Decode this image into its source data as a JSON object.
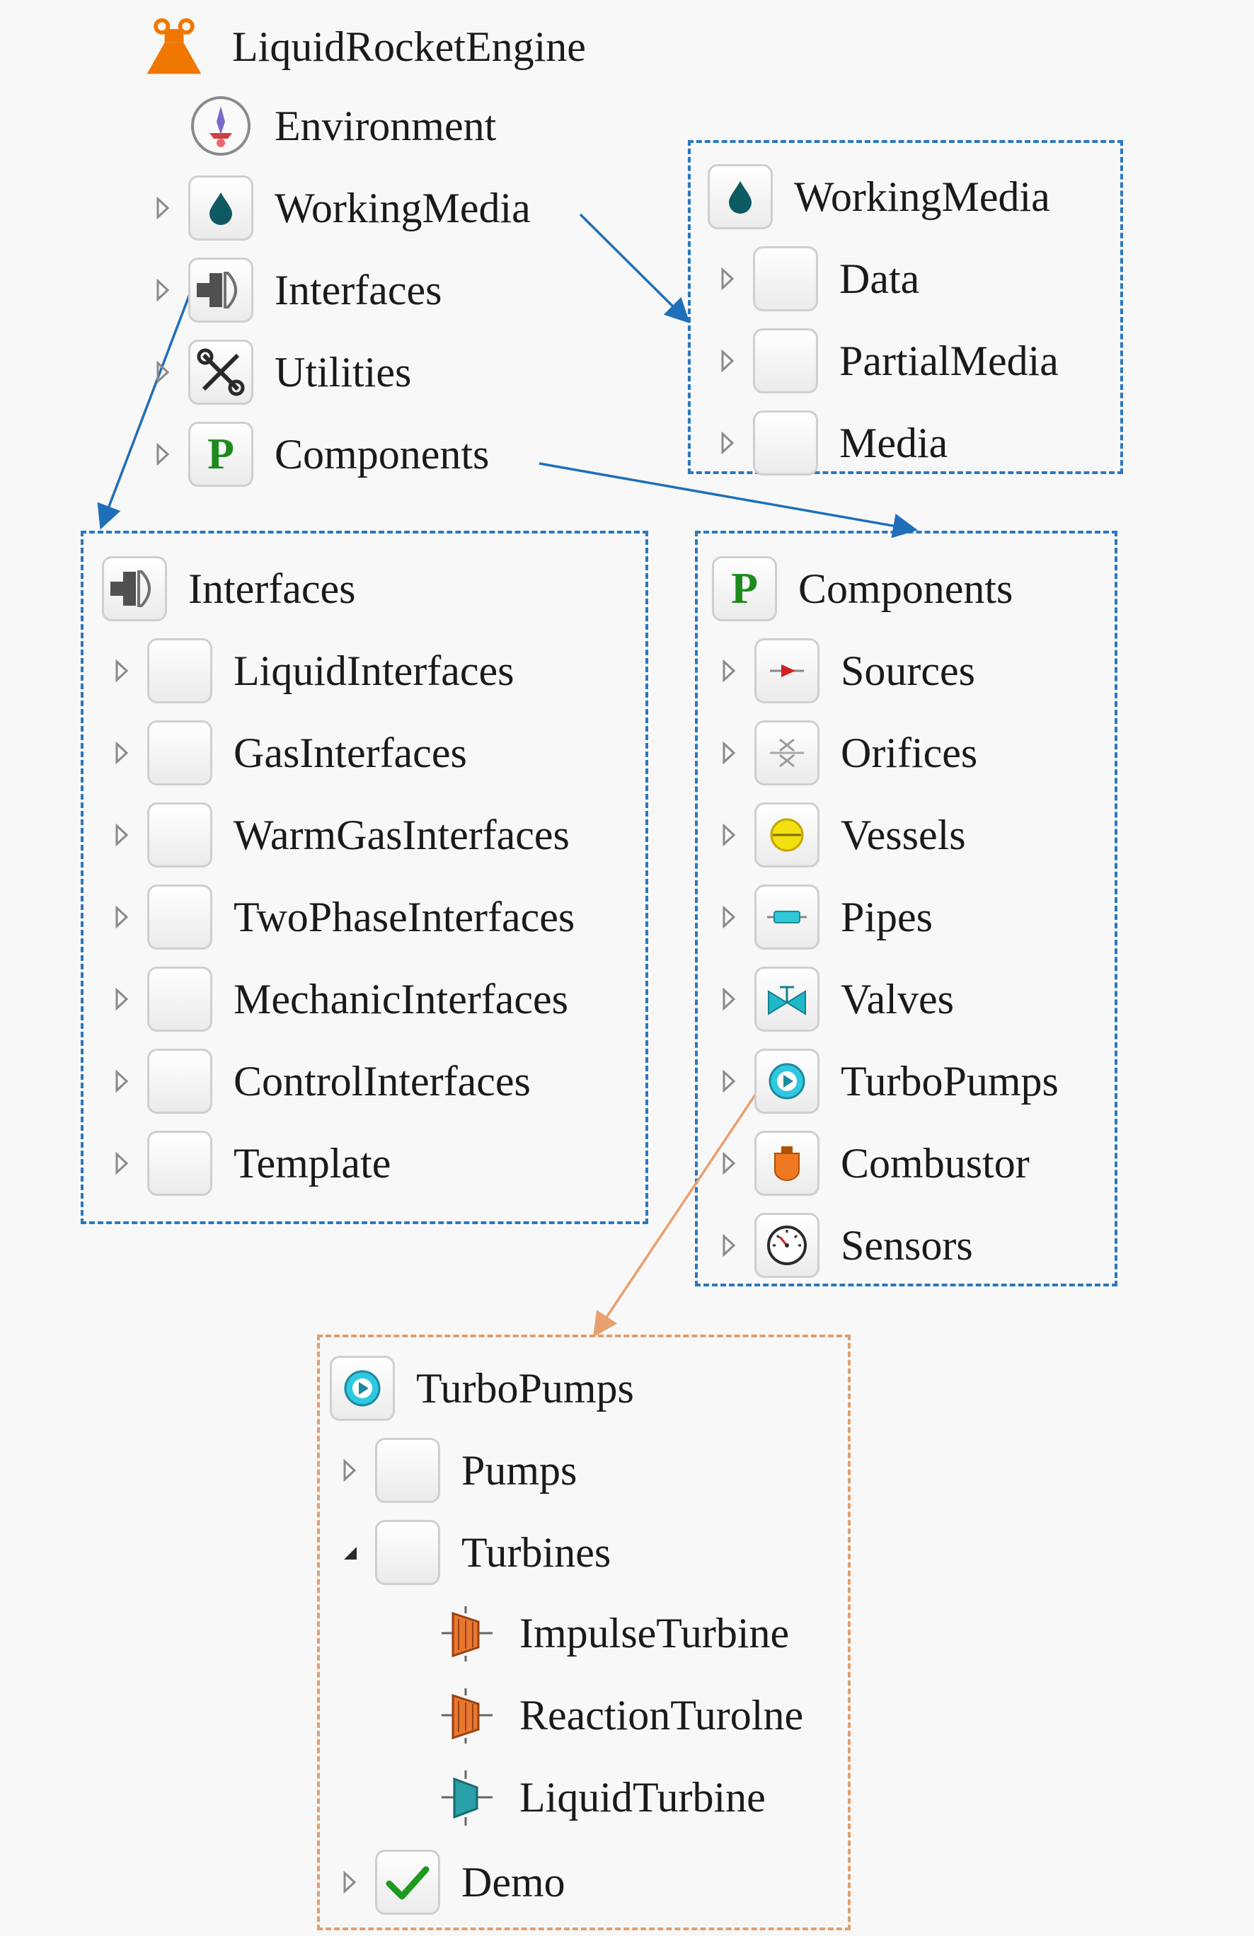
{
  "root": {
    "label": "LiquidRocketEngine",
    "items": [
      {
        "label": "Environment",
        "icon": "environment-icon"
      },
      {
        "label": "WorkingMedia",
        "icon": "drop-icon"
      },
      {
        "label": "Interfaces",
        "icon": "plug-icon"
      },
      {
        "label": "Utilities",
        "icon": "tools-icon"
      },
      {
        "label": "Components",
        "icon": "package-p-icon"
      }
    ]
  },
  "workingmedia_panel": {
    "title": "WorkingMedia",
    "items": [
      {
        "label": "Data"
      },
      {
        "label": "PartialMedia"
      },
      {
        "label": "Media"
      }
    ]
  },
  "interfaces_panel": {
    "title": "Interfaces",
    "items": [
      {
        "label": "LiquidInterfaces"
      },
      {
        "label": "GasInterfaces"
      },
      {
        "label": "WarmGasInterfaces"
      },
      {
        "label": "TwoPhaseInterfaces"
      },
      {
        "label": "MechanicInterfaces"
      },
      {
        "label": "ControlInterfaces"
      },
      {
        "label": "Template"
      }
    ]
  },
  "components_panel": {
    "title": "Components",
    "items": [
      {
        "label": "Sources",
        "icon": "source-icon"
      },
      {
        "label": "Orifices",
        "icon": "orifice-icon"
      },
      {
        "label": "Vessels",
        "icon": "vessel-icon"
      },
      {
        "label": "Pipes",
        "icon": "pipe-icon"
      },
      {
        "label": "Valves",
        "icon": "valve-icon"
      },
      {
        "label": "TurboPumps",
        "icon": "turbopump-icon"
      },
      {
        "label": "Combustor",
        "icon": "combustor-icon"
      },
      {
        "label": "Sensors",
        "icon": "sensor-gauge-icon"
      }
    ]
  },
  "turbopumps_panel": {
    "title": "TurboPumps",
    "items": [
      {
        "label": "Pumps"
      },
      {
        "label": "Turbines"
      },
      {
        "label": "ImpulseTurbine"
      },
      {
        "label": "ReactionTurolne"
      },
      {
        "label": "LiquidTurbine"
      },
      {
        "label": "Demo"
      }
    ]
  },
  "colors": {
    "blue_link": "#1f6fb8",
    "orange_link": "#e8a070",
    "package_green": "#1e8a1e",
    "rocket_orange": "#f07800"
  }
}
